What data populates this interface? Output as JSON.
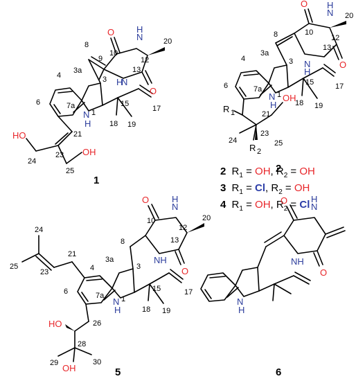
{
  "compound_labels": [
    "1",
    "2",
    "5",
    "6"
  ],
  "substituents": {
    "r2_line": [
      "2",
      "R",
      "1",
      " = ",
      "OH",
      ", R",
      "2",
      " = ",
      "OH"
    ],
    "r3_line": [
      "3",
      "R",
      "1",
      " = ",
      "Cl",
      ", R",
      "2",
      " = ",
      "OH"
    ],
    "r4_line": [
      "4",
      "R",
      "1",
      " = ",
      "OH",
      ", R",
      "2",
      " = ",
      "Cl"
    ]
  },
  "atoms": {
    "O": "O",
    "N": "N",
    "H": "H",
    "NH": "NH",
    "HO": "HO",
    "OH": "OH",
    "R1": "R",
    "R1sub": "1",
    "R2": "R",
    "R2sub": "2"
  },
  "numbering": {
    "c1": {
      "n8": "8",
      "n9": "9",
      "n10": "10",
      "n12": "12",
      "n13": "13",
      "n20": "20",
      "n3": "3",
      "n3a": "3a",
      "n4": "4",
      "n6": "6",
      "n7a": "7a",
      "n1": "1",
      "n15": "15",
      "n18": "18",
      "n19": "19",
      "n17": "17",
      "n21": "21",
      "n23": "23",
      "n24": "24",
      "n25": "25"
    },
    "c2": {
      "n8": "8",
      "n10": "10",
      "n12": "12",
      "n13": "13",
      "n20": "20",
      "n3": "3",
      "n3a": "3a",
      "n4": "4",
      "n6": "6",
      "n7a": "7a",
      "n1": "1",
      "n15": "15",
      "n18": "18",
      "n19": "19",
      "n17": "17",
      "n21": "21",
      "n23": "23",
      "n24": "24",
      "n25": "25"
    },
    "c5": {
      "n8": "8",
      "n10": "10",
      "n12": "12",
      "n13": "13",
      "n20": "20",
      "n3": "3",
      "n3a": "3a",
      "n4": "4",
      "n6": "6",
      "n7a": "7a",
      "n1": "1",
      "n15": "15",
      "n18": "18",
      "n19": "19",
      "n17": "17",
      "n21": "21",
      "n23": "23",
      "n24": "24",
      "n25": "25",
      "n26": "26",
      "n28": "28",
      "n29": "29",
      "n30": "30"
    }
  },
  "colors": {
    "oxygen": "#e8262a",
    "nitrogen": "#2c3d9c",
    "chlorine": "#2d3ea8",
    "highlight": "#fde2e6",
    "bond": "#000000"
  }
}
